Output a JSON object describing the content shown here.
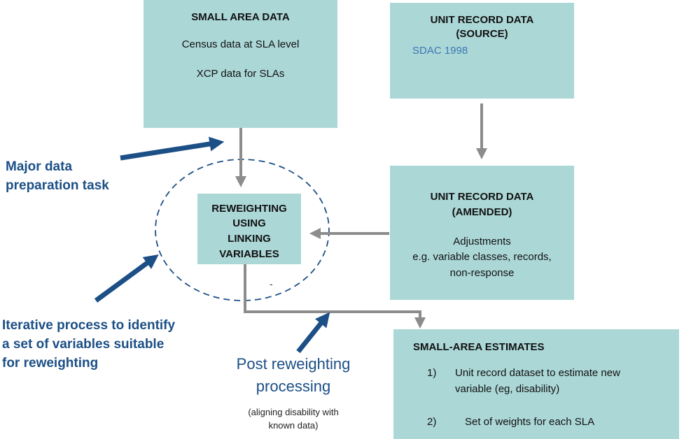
{
  "small_area": {
    "title": "SMALL AREA DATA",
    "line1": "Census data at SLA level",
    "line2": "XCP data for SLAs"
  },
  "unit_source": {
    "title1": "UNIT RECORD DATA",
    "title2": "(SOURCE)",
    "subtitle": "SDAC 1998"
  },
  "unit_amended": {
    "title1": "UNIT RECORD DATA",
    "title2": "(AMENDED)",
    "line1": "Adjustments",
    "line2": "e.g. variable classes, records,",
    "line3": "non-response"
  },
  "reweighting": {
    "line1": "REWEIGHTING",
    "line2": "USING",
    "line3": "LINKING",
    "line4": "VARIABLES"
  },
  "estimates": {
    "title": "SMALL-AREA ESTIMATES",
    "item1_num": "1)",
    "item1_line1": "Unit record dataset to estimate new",
    "item1_line2": "variable (eg, disability)",
    "item2_num": "2)",
    "item2_text": "Set of weights for each SLA"
  },
  "notes": {
    "major1": "Major data",
    "major2": "preparation task",
    "iter1": "Iterative process to identify",
    "iter2": "a set of variables suitable",
    "iter3": "for reweighting",
    "post1": "Post reweighting",
    "post2": "processing",
    "post_sub1": "(aligning disability with",
    "post_sub2": "known data)",
    "dash_mark": "-"
  },
  "colors": {
    "box_fill": "#acd7d7",
    "gray_arrow": "#8c8c8c",
    "navy_arrow": "#1c4f86",
    "note_text": "#1c4f86",
    "sdac_text": "#3c78b4"
  }
}
